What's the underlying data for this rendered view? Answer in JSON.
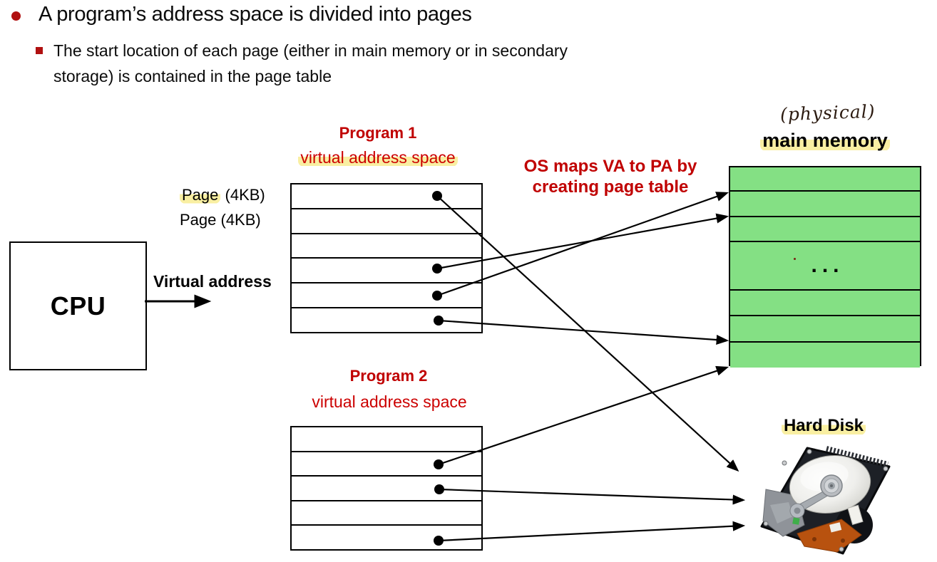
{
  "colors": {
    "accent_dark_red": "#C00000",
    "red_text": "#CC0000",
    "highlight_yellow": "#F9EFA2",
    "memory_green": "#84E084",
    "line_black": "#000000"
  },
  "bullets": {
    "main": "A program’s address space is divided into pages",
    "sub_line1": "The start location of each page (either in main memory or in secondary",
    "sub_line2": "storage) is contained in the page table"
  },
  "cpu": {
    "label": "CPU",
    "arrow_label": "Virtual address"
  },
  "program1": {
    "title": "Program 1",
    "subtitle": "virtual address space",
    "page_label_word": "Page",
    "page_label_suffix": " (4KB)",
    "page_label2": "Page (4KB)",
    "rows": 6
  },
  "program2": {
    "title": "Program 2",
    "subtitle": "virtual address space",
    "rows": 5
  },
  "os_note": {
    "line1": "OS maps VA to PA by",
    "line2": "creating page table"
  },
  "memory": {
    "annotation": "(physical)",
    "title": "main memory",
    "ellipsis": "...",
    "rows": 7
  },
  "hard_disk": {
    "title": "Hard Disk"
  },
  "mappings": [
    {
      "from": "program1.page1",
      "to": "hard-disk"
    },
    {
      "from": "program1.page4",
      "to": "main-memory.frame2"
    },
    {
      "from": "program1.page5",
      "to": "main-memory.frame1"
    },
    {
      "from": "program1.page6",
      "to": "main-memory.frame7"
    },
    {
      "from": "program2.page2",
      "to": "main-memory.bottom"
    },
    {
      "from": "program2.page3",
      "to": "hard-disk"
    },
    {
      "from": "program2.page5",
      "to": "hard-disk"
    }
  ]
}
